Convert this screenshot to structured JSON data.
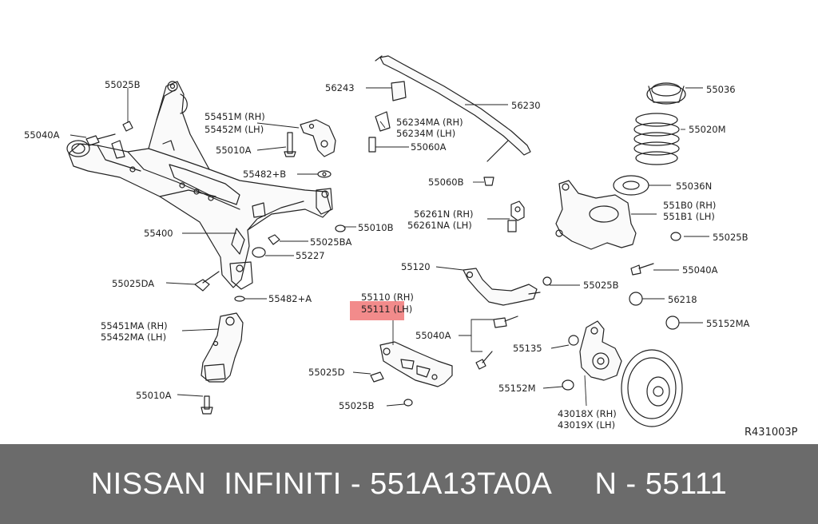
{
  "diagram": {
    "labels": {
      "l55025B_a": "55025B",
      "l55040A_a": "55040A",
      "l55451M": "55451M (RH)",
      "l55452M": "55452M (LH)",
      "l55010A_a": "55010A",
      "l55482B": "55482+B",
      "l55400": "55400",
      "l55010B": "55010B",
      "l55025BA": "55025BA",
      "l55227": "55227",
      "l55025DA": "55025DA",
      "l55482A": "55482+A",
      "l55451MA": "55451MA (RH)",
      "l55452MA": "55452MA (LH)",
      "l55010A_b": "55010A",
      "l56243": "56243",
      "l56230": "56230",
      "l56234MA": "56234MA (RH)",
      "l56234M": "56234M (LH)",
      "l55060A": "55060A",
      "l55060B": "55060B",
      "l56261N": "56261N (RH)",
      "l56261NA": "56261NA (LH)",
      "l55120": "55120",
      "l55110": "55110 (RH)",
      "l55111": "55111 (LH)",
      "l55040A_b": "55040A",
      "l55025D": "55025D",
      "l55025B_b": "55025B",
      "l55025B_c": "55025B",
      "l55135": "55135",
      "l55152M": "55152M",
      "l43018X": "43018X (RH)",
      "l43019X": "43019X (LH)",
      "l55036": "55036",
      "l55020M": "55020M",
      "l55036N": "55036N",
      "l551B0": "551B0 (RH)",
      "l551B1": "551B1 (LH)",
      "l55025B_d": "55025B",
      "l55040A_c": "55040A",
      "l56218": "56218",
      "l55152MA": "55152MA"
    },
    "reference_code": "R431003P",
    "highlight_color": "#f28b8b"
  },
  "footer": {
    "text": "NISSAN  INFINITI - 551A13TA0A     N - 55111"
  }
}
